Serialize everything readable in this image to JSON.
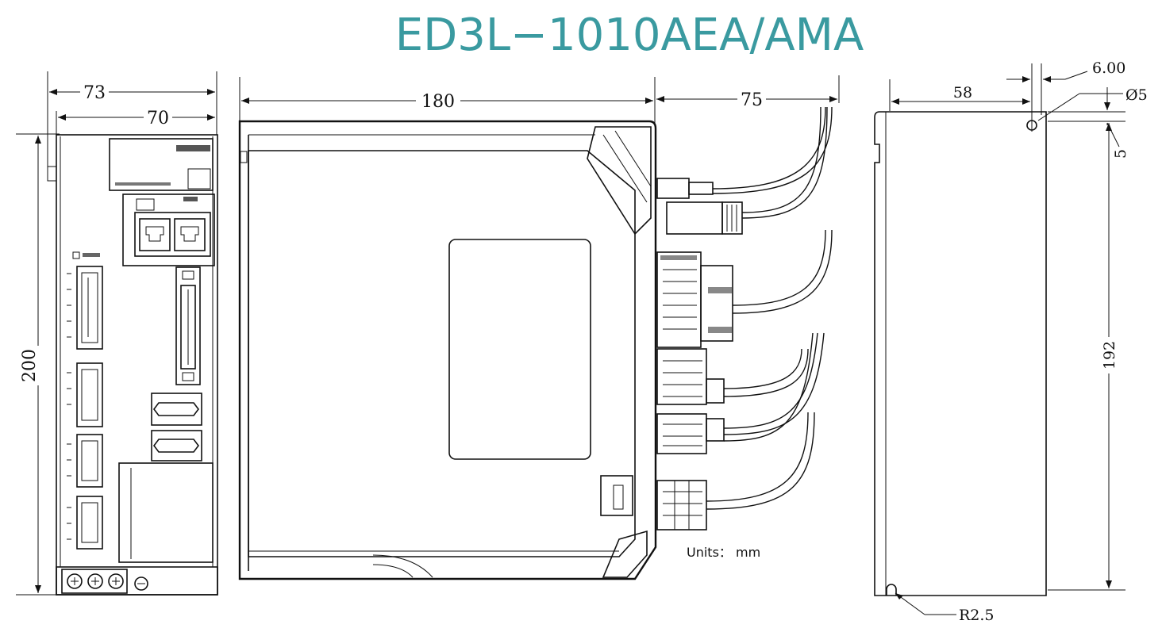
{
  "title": "ED3L−1010AEA/AMA",
  "units_label": "Units： mm",
  "front_view": {
    "outer_width": "73",
    "inner_width": "70",
    "height": "200"
  },
  "side_view": {
    "depth": "180",
    "cable_clearance": "75"
  },
  "rear_view": {
    "hole_offset": "58",
    "slot_width": "6.00",
    "hole_diameter": "Ø5",
    "hole_margin": "5",
    "hole_spacing": "192",
    "corner_radius": "R2.5"
  }
}
